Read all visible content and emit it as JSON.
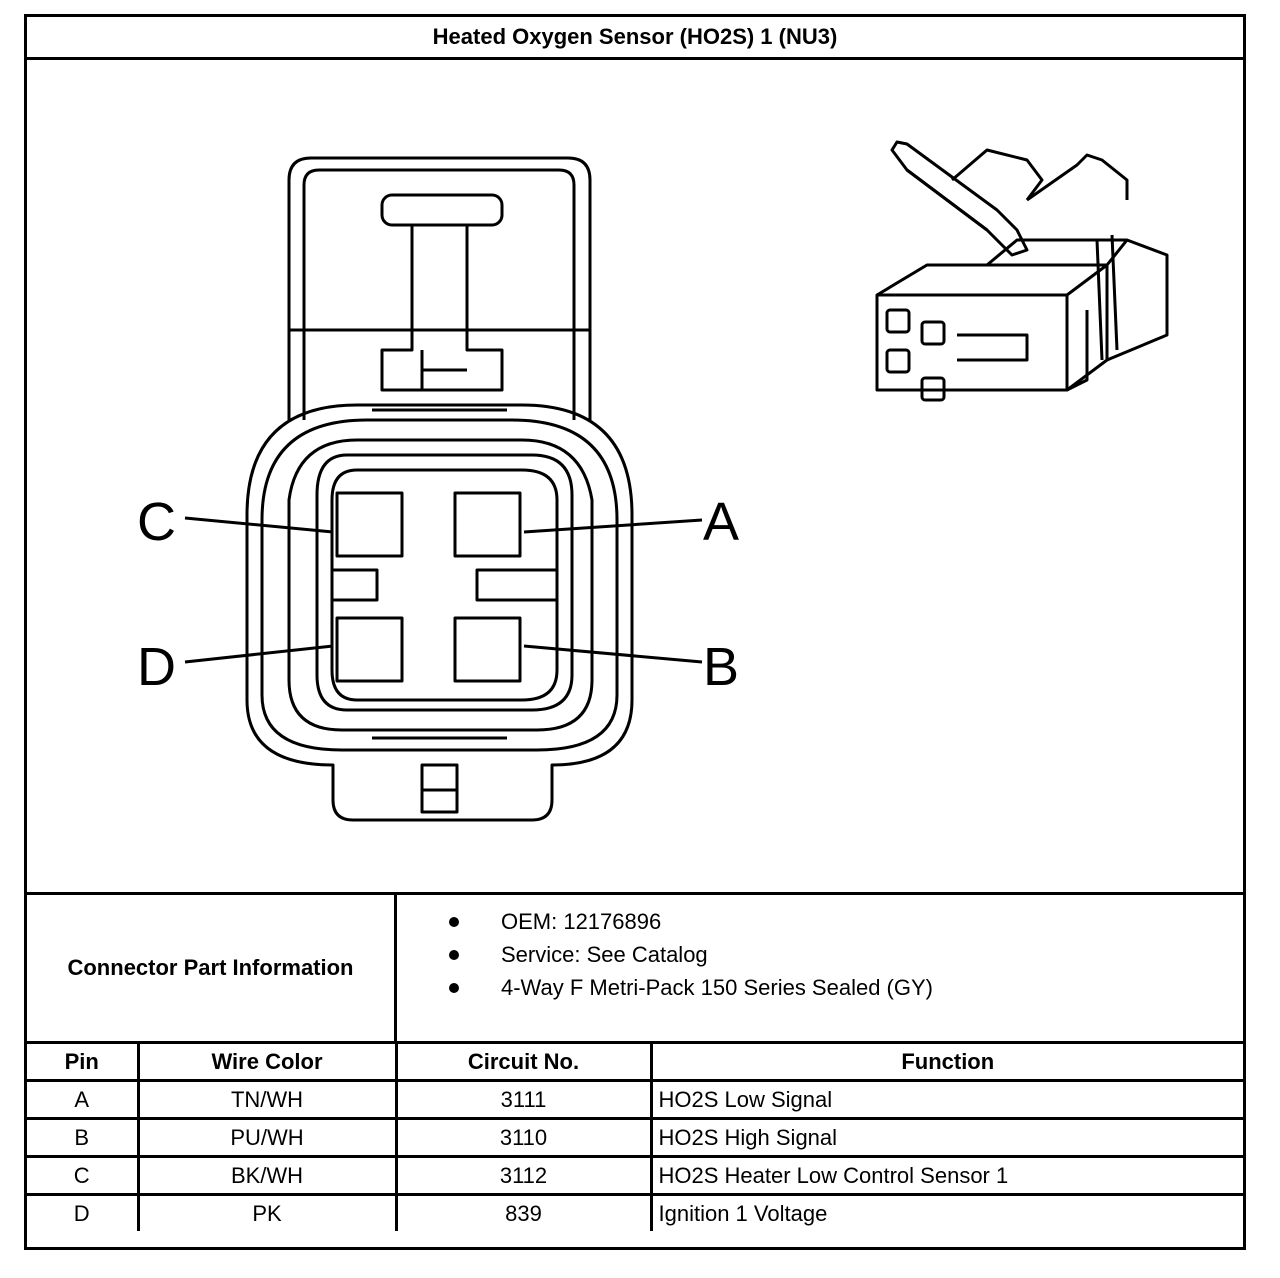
{
  "title": "Heated Oxygen Sensor (HO2S) 1 (NU3)",
  "diagram": {
    "pin_callouts": [
      "A",
      "B",
      "C",
      "D"
    ]
  },
  "connector_info": {
    "label": "Connector Part Information",
    "items": [
      "OEM: 12176896",
      "Service: See Catalog",
      "4-Way F Metri-Pack 150 Series Sealed (GY)"
    ]
  },
  "pin_table": {
    "headers": [
      "Pin",
      "Wire Color",
      "Circuit No.",
      "Function"
    ],
    "rows": [
      {
        "pin": "A",
        "wire_color": "TN/WH",
        "circuit": "3111",
        "function": "HO2S Low Signal"
      },
      {
        "pin": "B",
        "wire_color": "PU/WH",
        "circuit": "3110",
        "function": "HO2S High Signal"
      },
      {
        "pin": "C",
        "wire_color": "BK/WH",
        "circuit": "3112",
        "function": "HO2S Heater Low Control Sensor 1"
      },
      {
        "pin": "D",
        "wire_color": "PK",
        "circuit": "839",
        "function": "Ignition 1 Voltage"
      }
    ]
  }
}
